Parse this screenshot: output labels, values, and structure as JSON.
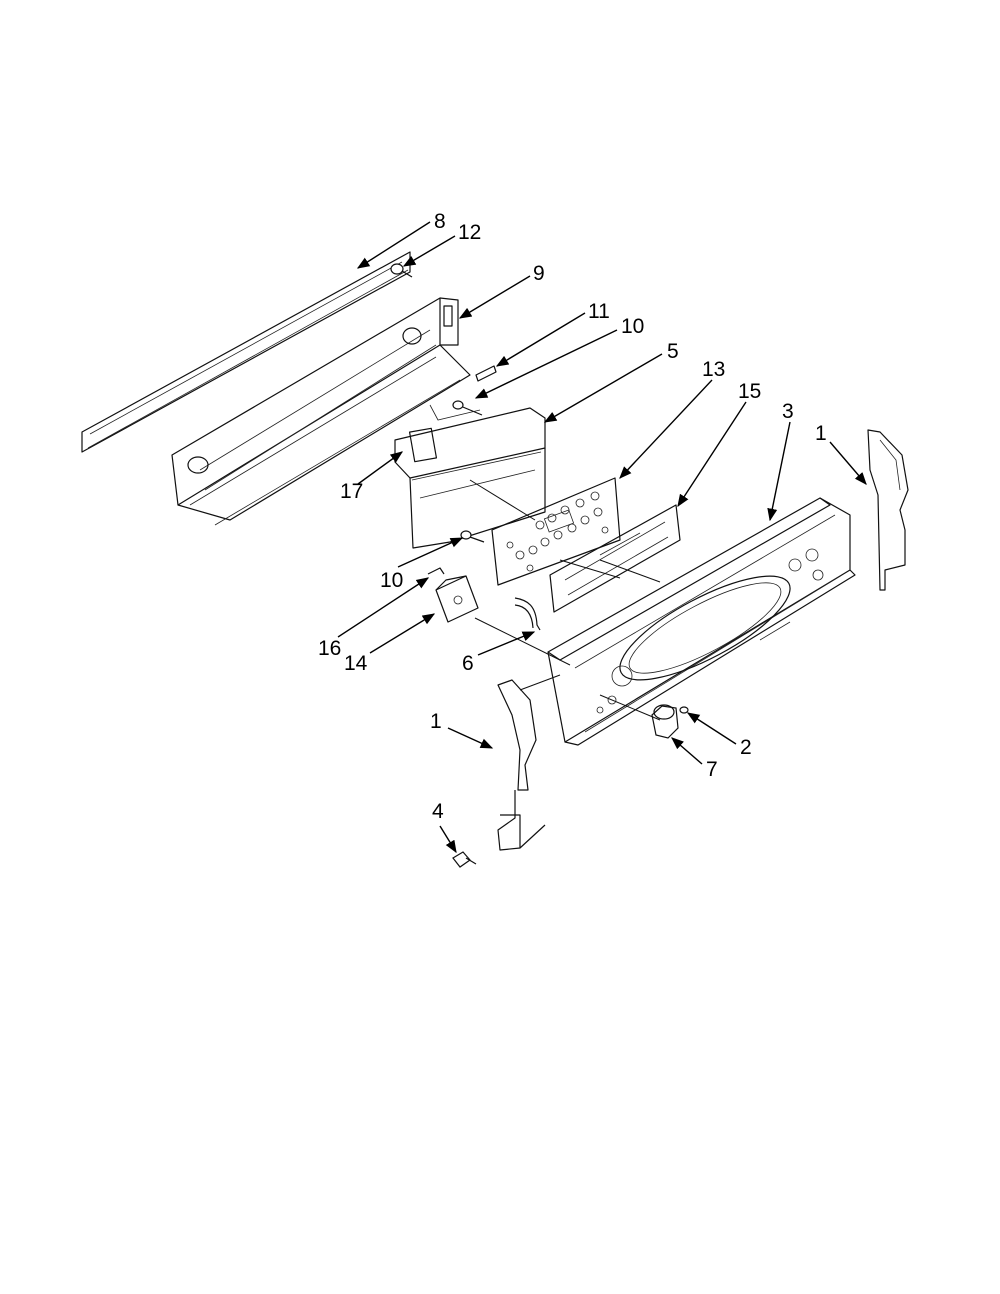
{
  "callouts": [
    {
      "id": "c8",
      "label": "8"
    },
    {
      "id": "c12",
      "label": "12"
    },
    {
      "id": "c9",
      "label": "9"
    },
    {
      "id": "c11",
      "label": "11"
    },
    {
      "id": "c10a",
      "label": "10"
    },
    {
      "id": "c5",
      "label": "5"
    },
    {
      "id": "c13",
      "label": "13"
    },
    {
      "id": "c15",
      "label": "15"
    },
    {
      "id": "c3",
      "label": "3"
    },
    {
      "id": "c1a",
      "label": "1"
    },
    {
      "id": "c17",
      "label": "17"
    },
    {
      "id": "c10b",
      "label": "10"
    },
    {
      "id": "c16",
      "label": "16"
    },
    {
      "id": "c14",
      "label": "14"
    },
    {
      "id": "c6",
      "label": "6"
    },
    {
      "id": "c1b",
      "label": "1"
    },
    {
      "id": "c2",
      "label": "2"
    },
    {
      "id": "c7",
      "label": "7"
    },
    {
      "id": "c4",
      "label": "4"
    }
  ]
}
